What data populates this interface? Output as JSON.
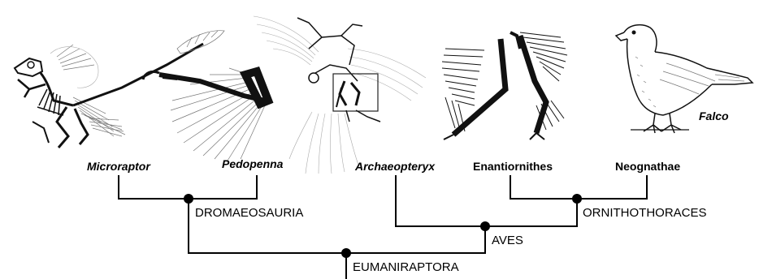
{
  "tree": {
    "taxa": [
      {
        "id": "microraptor",
        "label": "Microraptor",
        "italic": true
      },
      {
        "id": "pedopenna",
        "label": "Pedopenna",
        "italic": true
      },
      {
        "id": "archaeopteryx",
        "label": "Archaeopteryx",
        "italic": true
      },
      {
        "id": "enantiornithes",
        "label": "Enantiornithes",
        "italic": false
      },
      {
        "id": "neognathae",
        "label": "Neognathae",
        "italic": false
      }
    ],
    "clades": [
      {
        "id": "dromaeosauria",
        "label": "DROMAEOSAURIA"
      },
      {
        "id": "ornithothoraces",
        "label": "ORNITHOTHORACES"
      },
      {
        "id": "aves",
        "label": "AVES"
      },
      {
        "id": "eumaniraptora",
        "label": "EUMANIRAPTORA"
      }
    ]
  },
  "illustrations": {
    "falco_label": "Falco"
  },
  "colors": {
    "ink": "#000000",
    "background": "#ffffff"
  }
}
